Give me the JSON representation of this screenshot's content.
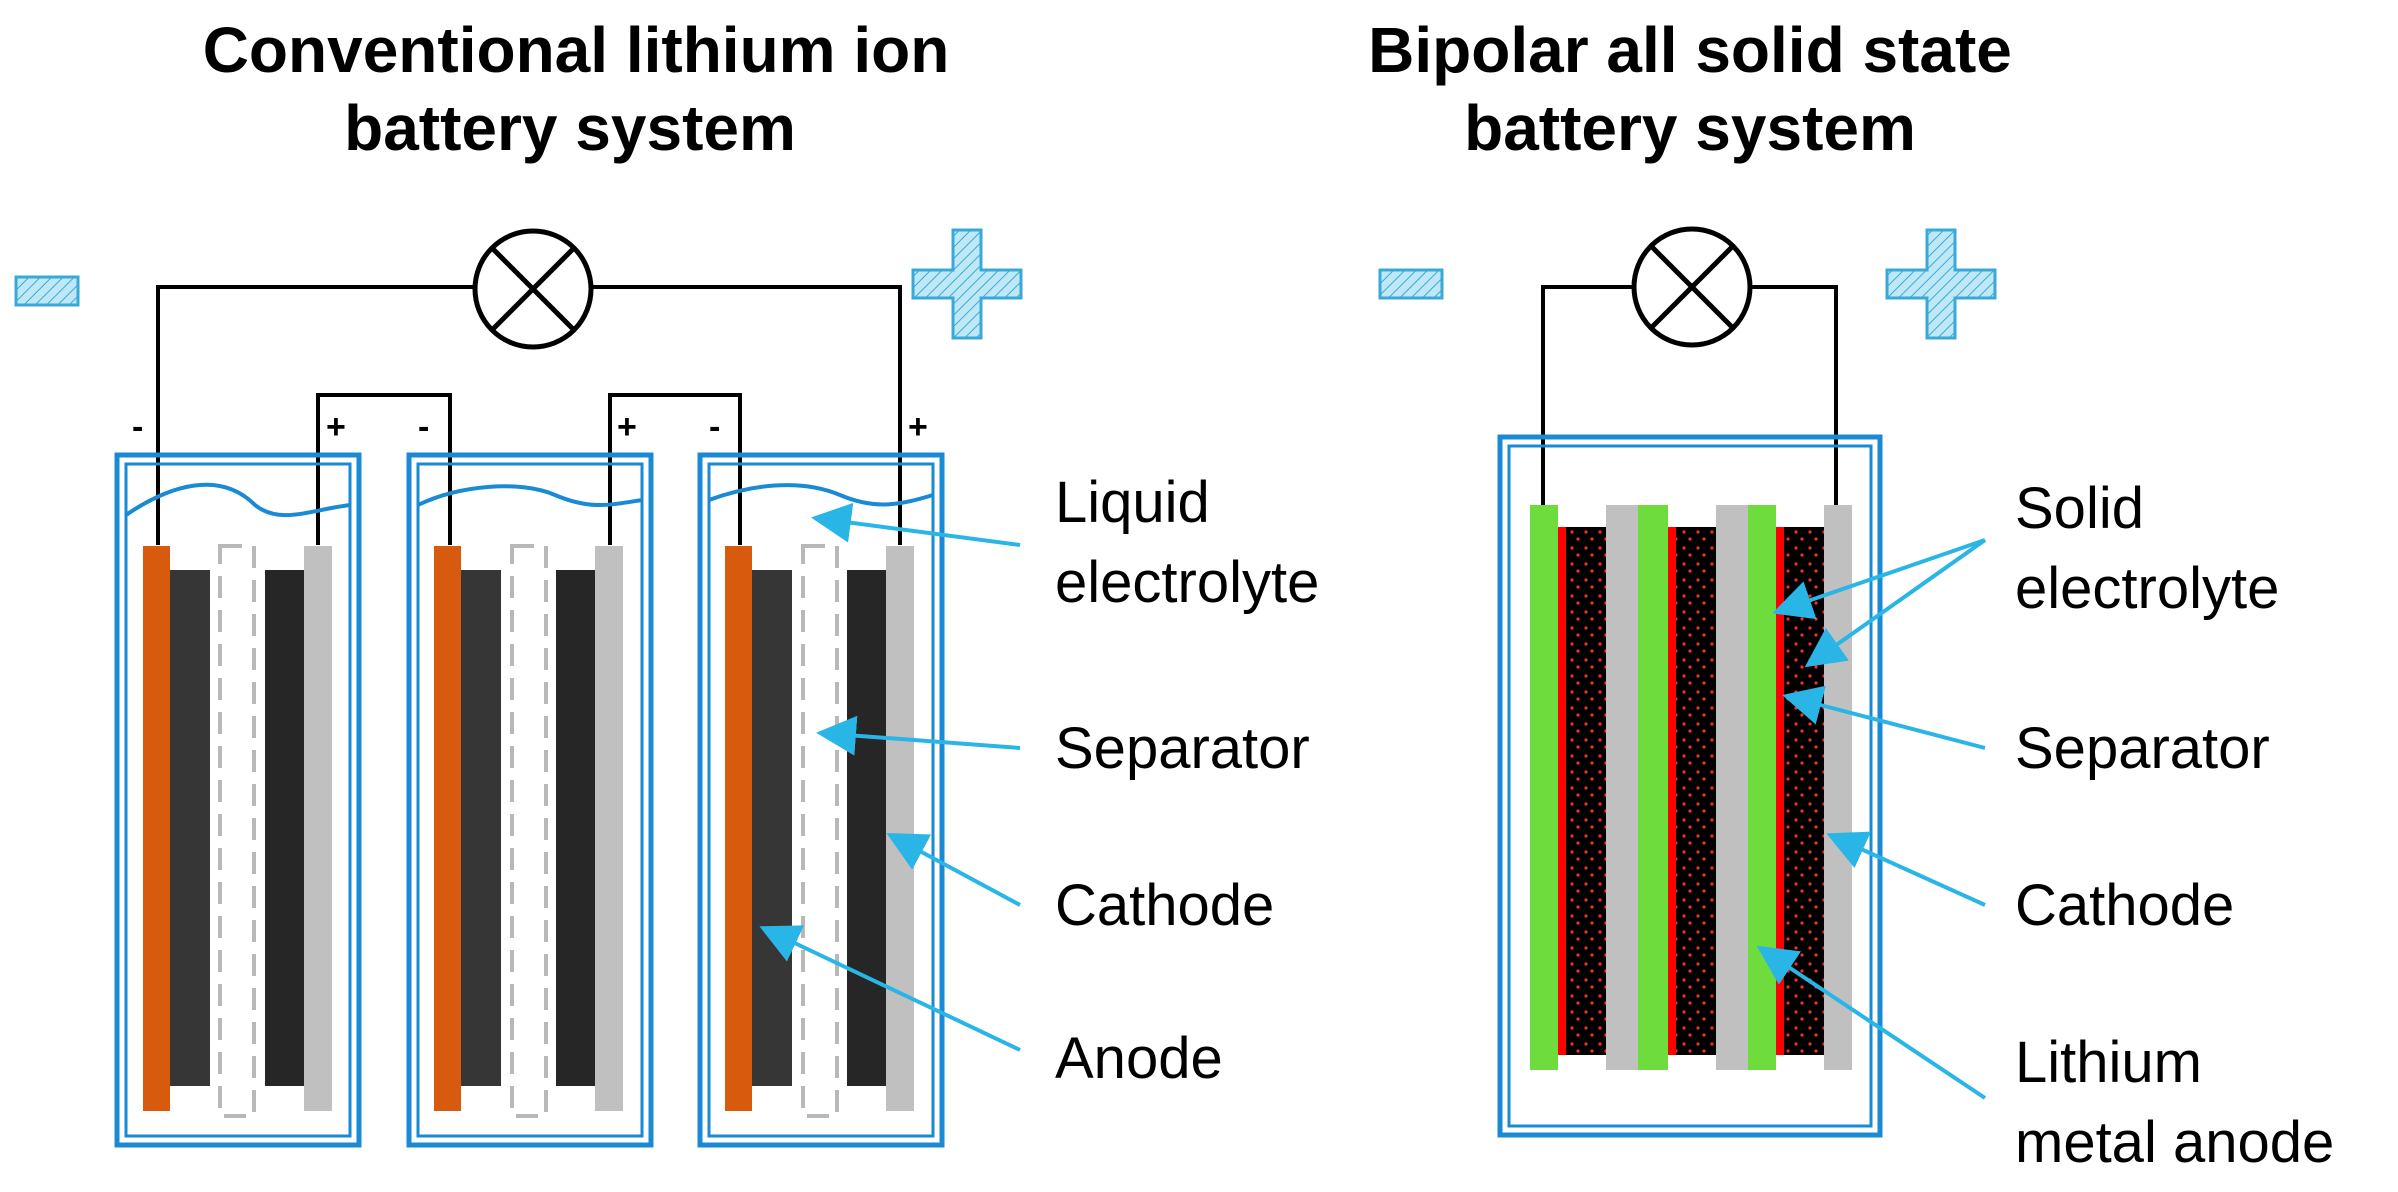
{
  "left_panel": {
    "title_line1": "Conventional lithium ion",
    "title_line2": "battery system",
    "terminals": [
      "-",
      "+",
      "-",
      "+",
      "-",
      "+"
    ],
    "labels": {
      "liquid_electrolyte_line1": "Liquid",
      "liquid_electrolyte_line2": "electrolyte",
      "separator": "Separator",
      "cathode": "Cathode",
      "anode": "Anode"
    }
  },
  "right_panel": {
    "title_line1": "Bipolar all solid state",
    "title_line2": "battery system",
    "labels": {
      "solid_electrolyte_line1": "Solid",
      "solid_electrolyte_line2": "electrolyte",
      "separator": "Separator",
      "cathode": "Cathode",
      "lithium_anode_line1": "Lithium",
      "lithium_anode_line2": "metal  anode"
    }
  },
  "colors": {
    "container_blue": "#1a8ad4",
    "arrow_cyan": "#29b5e6",
    "sign_fill": "#a9def2",
    "anode_orange": "#d85a0f",
    "cathode_gray": "#c0c0c0",
    "active_dark": "#2f2f2f",
    "lithium_green": "#6fdc3e",
    "solid_red": "#ff0000"
  },
  "icons": [
    "lamp-icon",
    "minus-sign-icon",
    "plus-sign-icon"
  ]
}
